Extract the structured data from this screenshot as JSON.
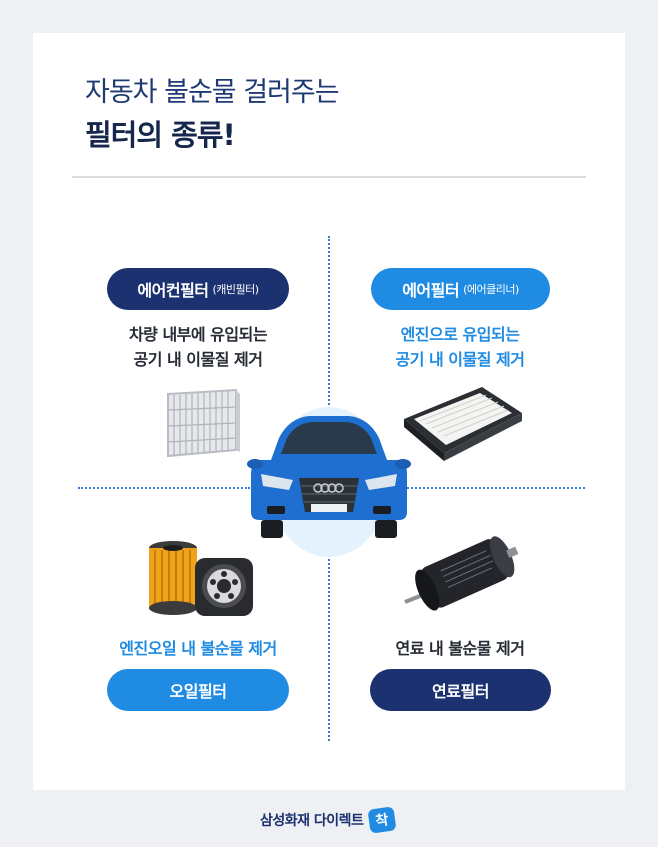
{
  "header": {
    "line1": "자동차 불순물 걸러주는",
    "line2": "필터의 종류!"
  },
  "cabin_filter": {
    "name": "에어컨필터",
    "alias": "(캐빈필터)",
    "desc_line1": "차량 내부에 유입되는",
    "desc_line2": "공기 내 이물질 제거"
  },
  "air_filter": {
    "name": "에어필터",
    "alias": "(에어클리너)",
    "desc_line1": "엔진으로 유입되는",
    "desc_line2": "공기 내 이물질 제거"
  },
  "oil_filter": {
    "name": "오일필터",
    "desc": "엔진오일 내 불순물 제거"
  },
  "fuel_filter": {
    "name": "연료필터",
    "desc": "연료 내 불순물 제거"
  },
  "footer": {
    "brand": "삼성화재 다이렉트",
    "badge": "착"
  },
  "colors": {
    "navy": "#1b3170",
    "blue": "#1f8be3",
    "car": "#1e6fd0"
  }
}
